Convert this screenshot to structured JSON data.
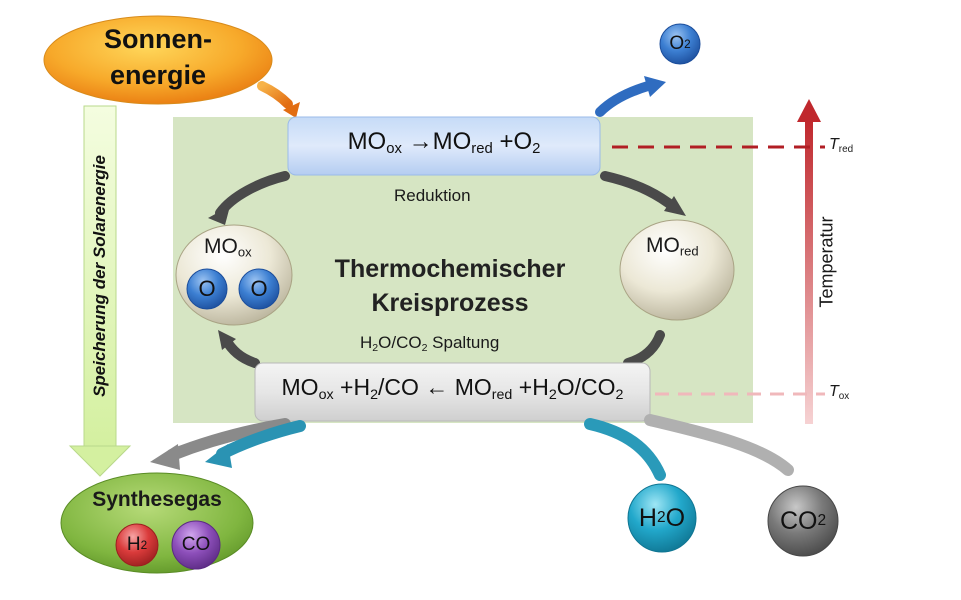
{
  "sun": {
    "line1": "Sonnen-",
    "line2": "energie"
  },
  "storage_label": "Speicherung der Solarenergie",
  "cycle": {
    "title_line1": "Thermochemischer",
    "title_line2": "Kreisprozess"
  },
  "reduction": {
    "label": "Reduktion",
    "eq": {
      "mo": "MO",
      "ox": "ox",
      "arrow": "→",
      "mo2": "MO",
      "red": "red",
      "plus": "+",
      "o": "O",
      "o_sub": "2"
    }
  },
  "splitting": {
    "label_h": "H",
    "label_h_sub": "2",
    "label_rest": "O/CO",
    "label_c_sub": "2",
    "label_tail": " Spaltung",
    "eq": {
      "mo": "MO",
      "ox": "ox",
      "plus1": "+",
      "h": "H",
      "h_sub": "2",
      "co": "/CO",
      "arrow": "←",
      "mo2": "MO",
      "red": "red",
      "plus2": "+",
      "h2": "H",
      "h2_sub": "2",
      "rest": "O/CO",
      "c_sub": "2"
    }
  },
  "mo_ox": {
    "mo": "MO",
    "sub": "ox",
    "o1": "O",
    "o2": "O"
  },
  "mo_red": {
    "mo": "MO",
    "sub": "red"
  },
  "temperature": {
    "label": "Temperatur",
    "t_red": "T",
    "t_red_sub": "red",
    "t_ox": "T",
    "t_ox_sub": "ox"
  },
  "o2": {
    "o": "O",
    "sub": "2"
  },
  "h2o": {
    "h": "H",
    "sub": "2",
    "o": "O"
  },
  "co2": {
    "co": "CO",
    "sub": "2"
  },
  "syngas": {
    "title": "Synthesegas",
    "h": "H",
    "h_sub": "2",
    "co": "CO"
  },
  "colors": {
    "sun_ellipse": "#f39a1e",
    "panel": "#d8e7c6",
    "syngas": "#7fb53e",
    "o_ball": "#2f6fc9",
    "o2_ball": "#3779c8",
    "h2o_ball": "#1fa6c8",
    "co2_ball": "#777777",
    "h2_ball": "#d93a3a",
    "co_ball": "#8a4db5",
    "temp_arrow": "#c0282d",
    "storage_arrow": "#e5f7c4"
  }
}
